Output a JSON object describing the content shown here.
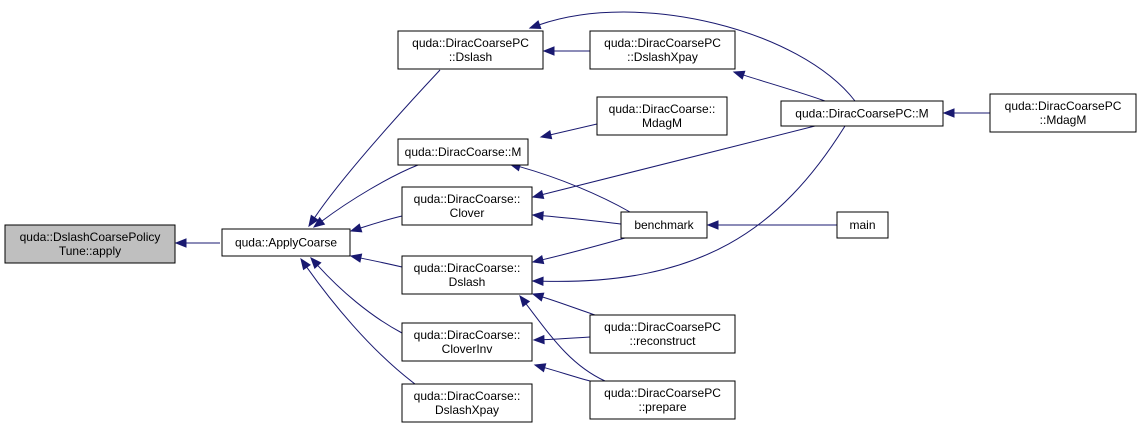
{
  "nodes": [
    {
      "id": "root",
      "lines": [
        "quda::DslashCoarsePolicy",
        "Tune::apply"
      ]
    },
    {
      "id": "applycoarse",
      "lines": [
        "quda::ApplyCoarse"
      ]
    },
    {
      "id": "pc_dslash",
      "lines": [
        "quda::DiracCoarsePC",
        "::Dslash"
      ]
    },
    {
      "id": "c_m",
      "lines": [
        "quda::DiracCoarse::M"
      ]
    },
    {
      "id": "c_clover",
      "lines": [
        "quda::DiracCoarse::",
        "Clover"
      ]
    },
    {
      "id": "c_dslash",
      "lines": [
        "quda::DiracCoarse::",
        "Dslash"
      ]
    },
    {
      "id": "c_cloverinv",
      "lines": [
        "quda::DiracCoarse::",
        "CloverInv"
      ]
    },
    {
      "id": "c_dslashxpay",
      "lines": [
        "quda::DiracCoarse::",
        "DslashXpay"
      ]
    },
    {
      "id": "pc_dslashxpay",
      "lines": [
        "quda::DiracCoarsePC",
        "::DslashXpay"
      ]
    },
    {
      "id": "c_mdagm",
      "lines": [
        "quda::DiracCoarse::",
        "MdagM"
      ]
    },
    {
      "id": "benchmark",
      "lines": [
        "benchmark"
      ]
    },
    {
      "id": "pc_reconstruct",
      "lines": [
        "quda::DiracCoarsePC",
        "::reconstruct"
      ]
    },
    {
      "id": "pc_prepare",
      "lines": [
        "quda::DiracCoarsePC",
        "::prepare"
      ]
    },
    {
      "id": "pc_m",
      "lines": [
        "quda::DiracCoarsePC::M"
      ]
    },
    {
      "id": "main",
      "lines": [
        "main"
      ]
    },
    {
      "id": "pc_mdagm",
      "lines": [
        "quda::DiracCoarsePC",
        "::MdagM"
      ]
    }
  ],
  "edges": [
    {
      "from": "applycoarse",
      "to": "root"
    },
    {
      "from": "pc_dslash",
      "to": "applycoarse"
    },
    {
      "from": "c_m",
      "to": "applycoarse"
    },
    {
      "from": "c_clover",
      "to": "applycoarse"
    },
    {
      "from": "c_dslash",
      "to": "applycoarse"
    },
    {
      "from": "c_cloverinv",
      "to": "applycoarse"
    },
    {
      "from": "c_dslashxpay",
      "to": "applycoarse"
    },
    {
      "from": "pc_dslashxpay",
      "to": "pc_dslash"
    },
    {
      "from": "pc_m",
      "to": "pc_dslash"
    },
    {
      "from": "c_mdagm",
      "to": "c_m"
    },
    {
      "from": "benchmark",
      "to": "c_m"
    },
    {
      "from": "pc_m",
      "to": "c_clover"
    },
    {
      "from": "benchmark",
      "to": "c_clover"
    },
    {
      "from": "benchmark",
      "to": "c_dslash"
    },
    {
      "from": "pc_m",
      "to": "c_dslash"
    },
    {
      "from": "pc_reconstruct",
      "to": "c_dslash"
    },
    {
      "from": "pc_prepare",
      "to": "c_dslash"
    },
    {
      "from": "pc_reconstruct",
      "to": "c_cloverinv"
    },
    {
      "from": "pc_prepare",
      "to": "c_cloverinv"
    },
    {
      "from": "pc_m",
      "to": "pc_dslashxpay"
    },
    {
      "from": "main",
      "to": "benchmark"
    },
    {
      "from": "pc_mdagm",
      "to": "pc_m"
    }
  ]
}
